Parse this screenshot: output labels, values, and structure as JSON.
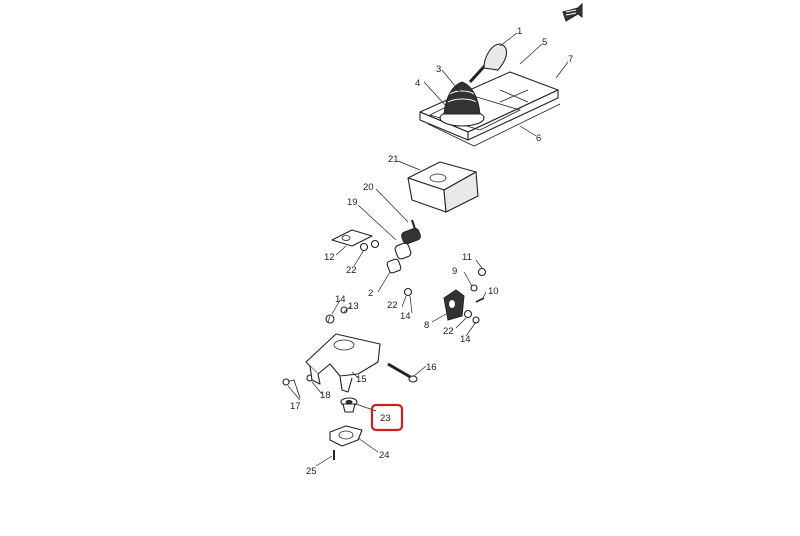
{
  "diagram": {
    "callouts": [
      {
        "id": "c1",
        "label": "1"
      },
      {
        "id": "c2",
        "label": "2"
      },
      {
        "id": "c3",
        "label": "3"
      },
      {
        "id": "c4",
        "label": "4"
      },
      {
        "id": "c5",
        "label": "5"
      },
      {
        "id": "c6",
        "label": "6"
      },
      {
        "id": "c7",
        "label": "7"
      },
      {
        "id": "c8",
        "label": "8"
      },
      {
        "id": "c9",
        "label": "9"
      },
      {
        "id": "c10",
        "label": "10"
      },
      {
        "id": "c11",
        "label": "11"
      },
      {
        "id": "c12",
        "label": "12"
      },
      {
        "id": "c13",
        "label": "13"
      },
      {
        "id": "c14a",
        "label": "14"
      },
      {
        "id": "c14b",
        "label": "14"
      },
      {
        "id": "c14c",
        "label": "14"
      },
      {
        "id": "c15",
        "label": "15"
      },
      {
        "id": "c16",
        "label": "16"
      },
      {
        "id": "c17",
        "label": "17"
      },
      {
        "id": "c18",
        "label": "18"
      },
      {
        "id": "c19",
        "label": "19"
      },
      {
        "id": "c20",
        "label": "20"
      },
      {
        "id": "c21",
        "label": "21"
      },
      {
        "id": "c22a",
        "label": "22"
      },
      {
        "id": "c22b",
        "label": "22"
      },
      {
        "id": "c22c",
        "label": "22"
      },
      {
        "id": "c23",
        "label": "23"
      },
      {
        "id": "c24",
        "label": "24"
      },
      {
        "id": "c25",
        "label": "25"
      }
    ],
    "highlighted_part": "23",
    "highlight_color": "#cc1f1f",
    "front_icon": "front-arrow-icon"
  }
}
